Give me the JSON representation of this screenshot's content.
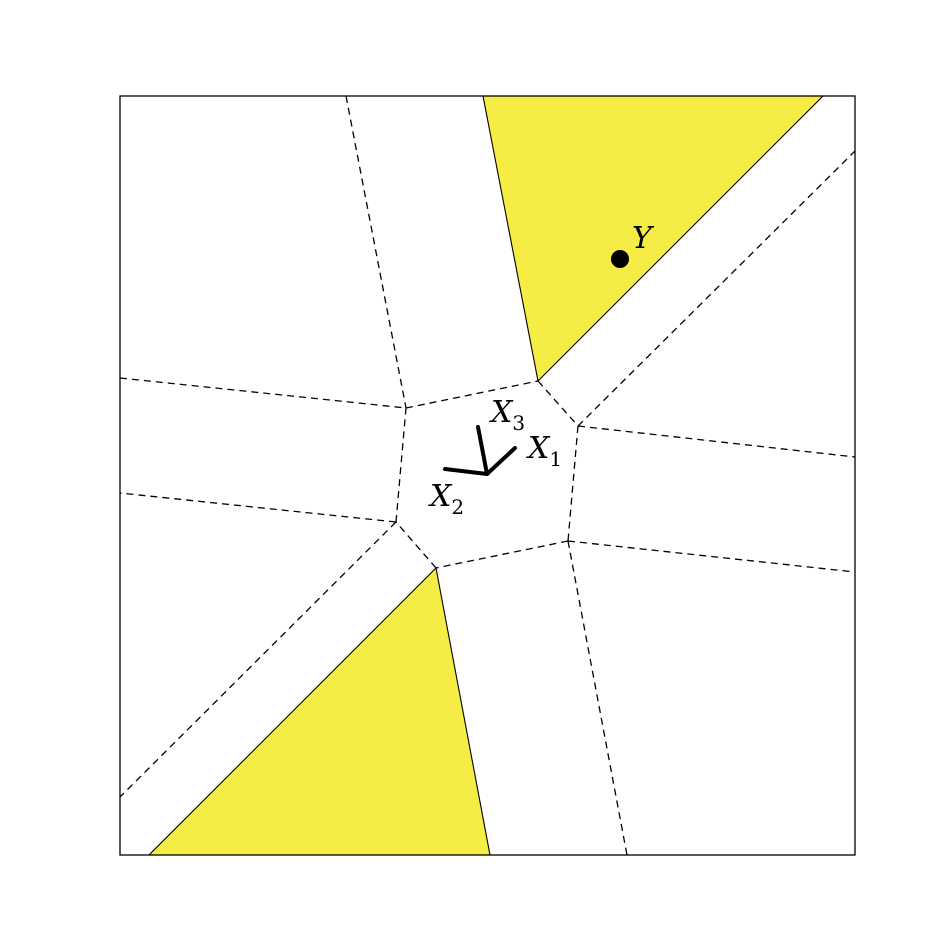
{
  "colors": {
    "region_fill": "#f5ec45",
    "line": "#000000",
    "background": "#ffffff"
  },
  "labels": {
    "x1": {
      "main": "X",
      "sub": "1"
    },
    "x2": {
      "main": "X",
      "sub": "2"
    },
    "x3": {
      "main": "X",
      "sub": "3"
    },
    "y": {
      "main": "Y"
    }
  }
}
